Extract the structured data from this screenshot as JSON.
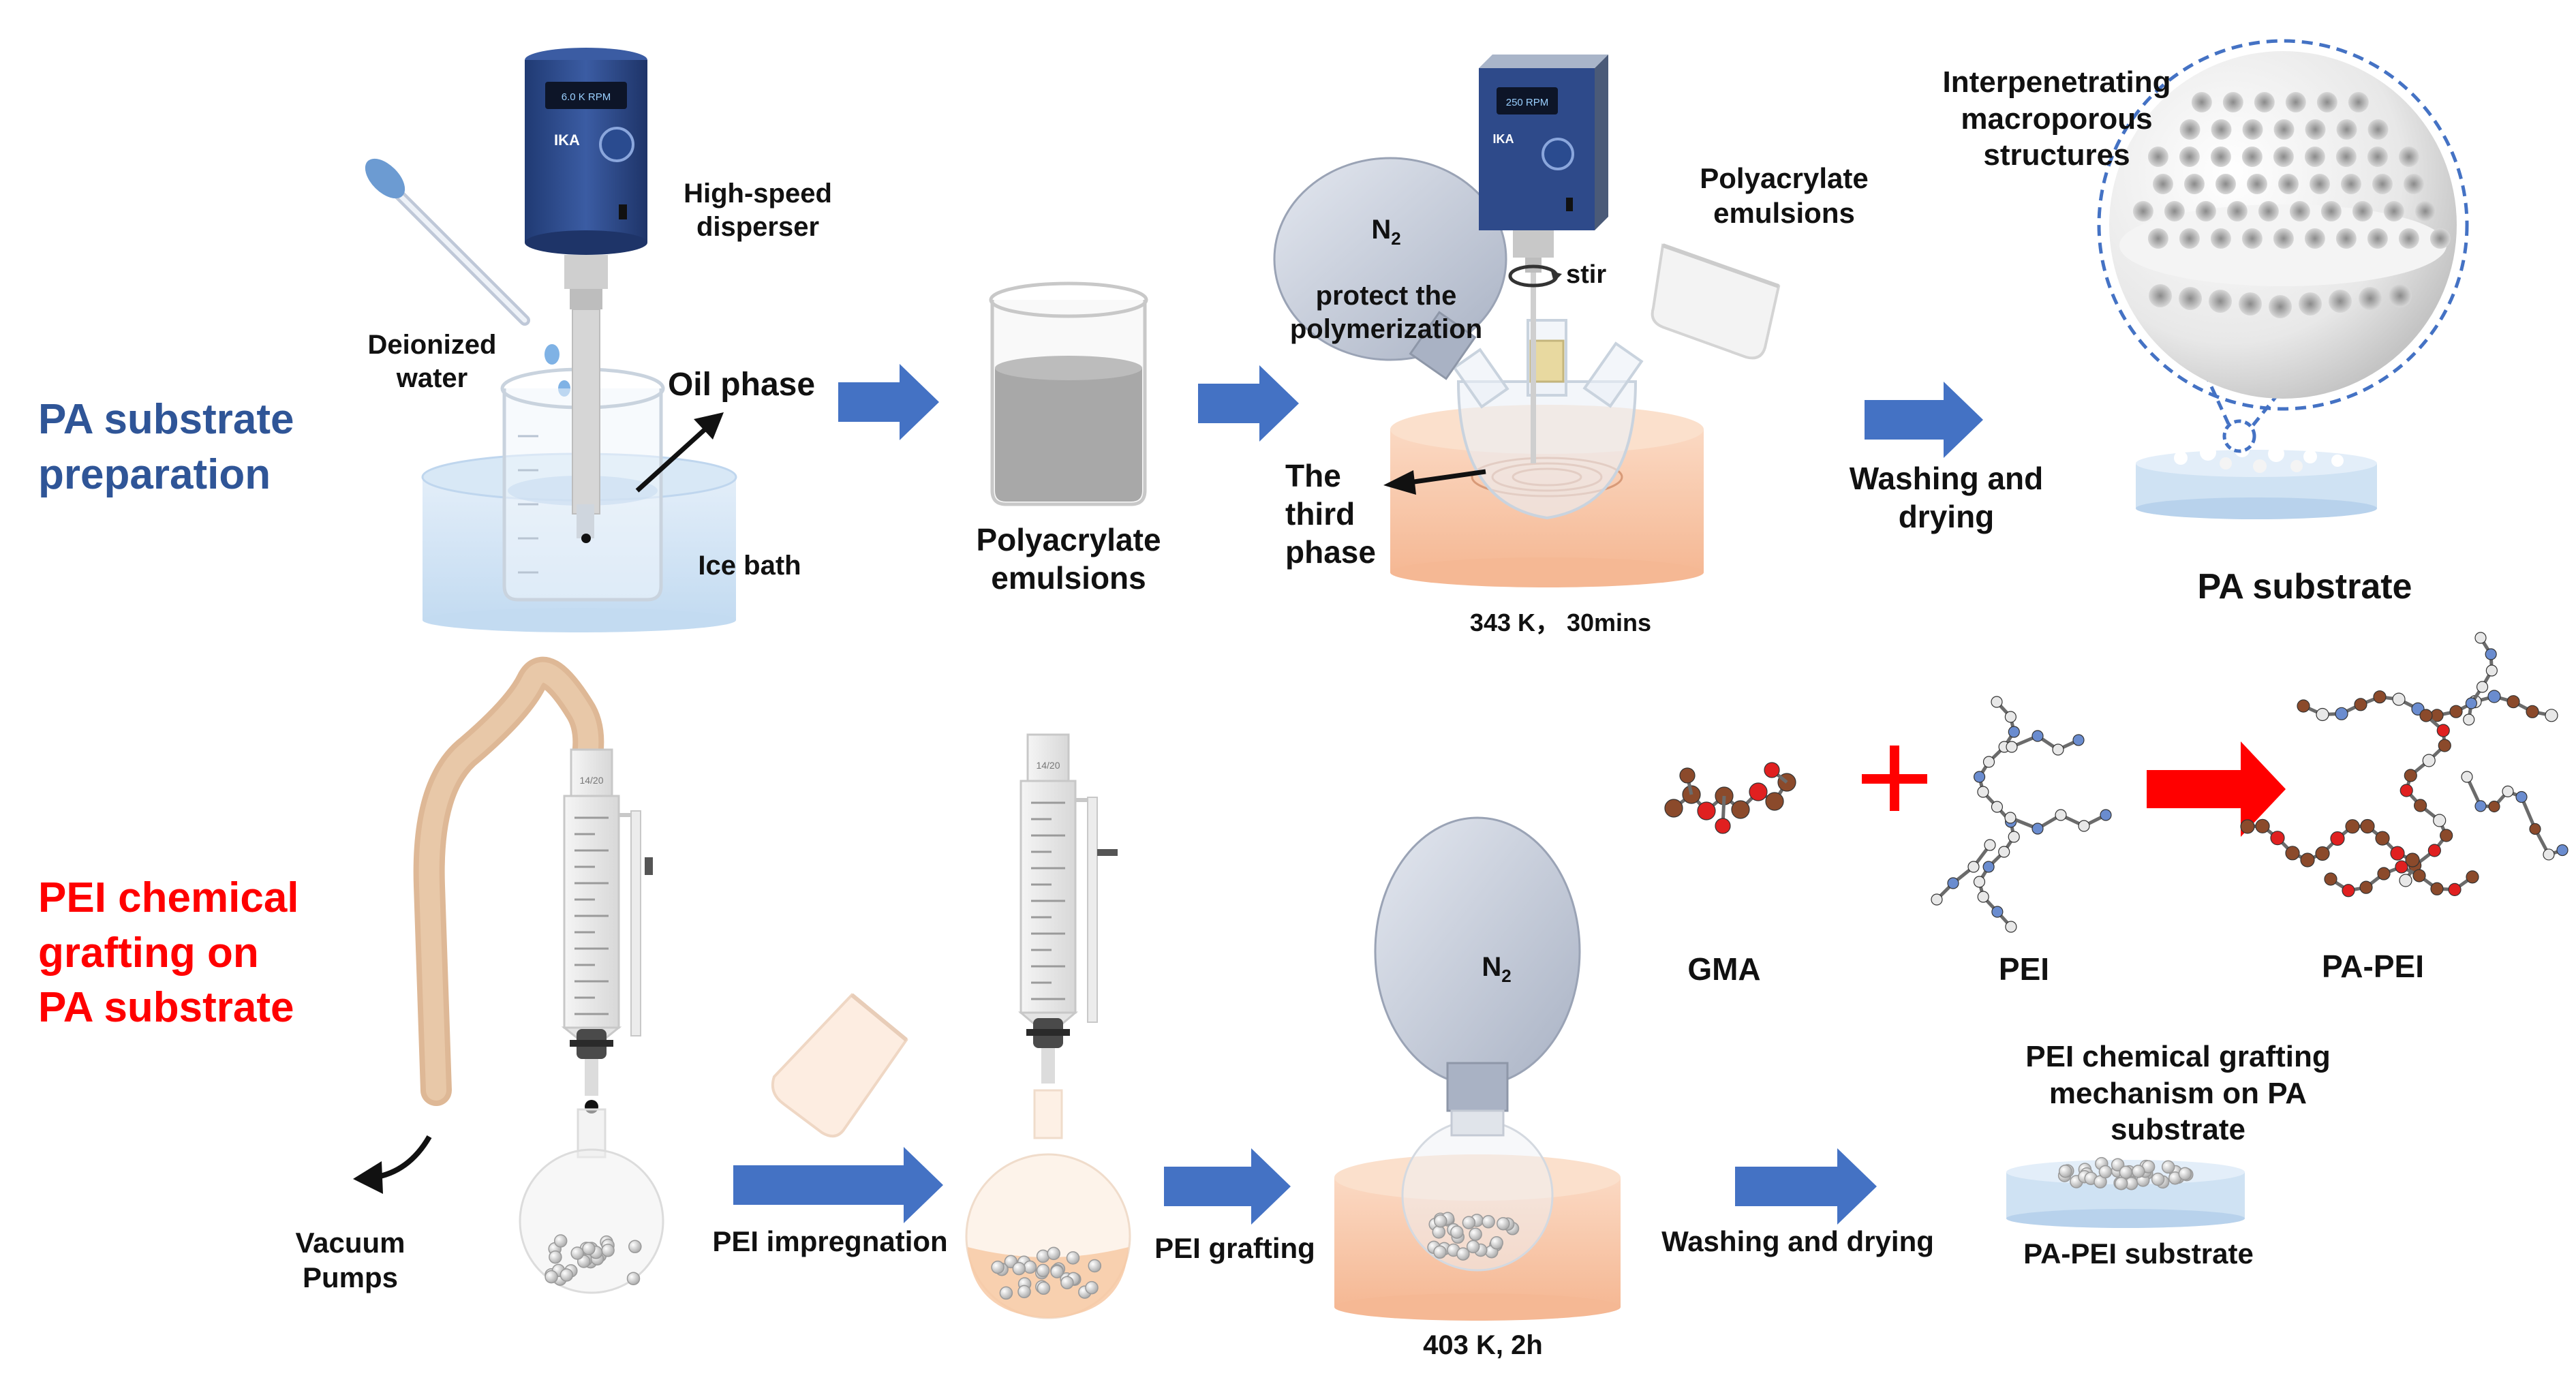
{
  "colors": {
    "section_top": "#2f5597",
    "section_bottom": "#ff0000",
    "arrow_blue": "#4472c4",
    "arrow_red": "#ff0000",
    "ice_bath": "#cfe2f3",
    "oil_bath": "#f8cbad",
    "disperser_body": "#2e4a8a",
    "carbon": "#8b4a2b",
    "oxygen": "#e02020",
    "nitrogen": "#6a8ccf",
    "hydrogen": "#e8e8e8"
  },
  "sections": {
    "top": "PA substrate\npreparation",
    "bottom": "PEI chemical\ngrafting on\nPA substrate"
  },
  "top_row": {
    "disperser_brand": "IKA",
    "disperser_display": "6.0 K RPM",
    "high_speed_disperser": "High-speed\ndisperser",
    "deionized_water": "Deionized\nwater",
    "oil_phase": "Oil phase",
    "ice_bath": "Ice bath",
    "polyacrylate_emulsions_1": "Polyacrylate\nemulsions",
    "n2_protect": "protect the\npolymerization",
    "n2_symbol": "N",
    "n2_subscript": "2",
    "stirrer_brand": "IKA",
    "stirrer_display": "250 RPM",
    "stir": "stir",
    "polyacrylate_emulsions_2": "Polyacrylate\nemulsions",
    "third_phase": "The\nthird\nphase",
    "condition": "343 K， 30mins",
    "washing_drying": "Washing and\ndrying",
    "interpenetrating": "Interpenetrating\nmacroporous\nstructures",
    "pa_substrate": "PA substrate"
  },
  "bottom_row": {
    "vacuum_pumps": "Vacuum\nPumps",
    "joint_1": "14/20",
    "pei_impregnation": "PEI impregnation",
    "joint_2": "14/20",
    "pei_grafting": "PEI grafting",
    "n2_symbol": "N",
    "n2_subscript": "2",
    "condition": "403 K, 2h",
    "washing_drying": "Washing and drying",
    "pa_pei_substrate": "PA-PEI substrate",
    "gma": "GMA",
    "plus": "+",
    "pei": "PEI",
    "pa_pei": "PA-PEI",
    "mechanism": "PEI chemical grafting mechanism on PA substrate"
  }
}
